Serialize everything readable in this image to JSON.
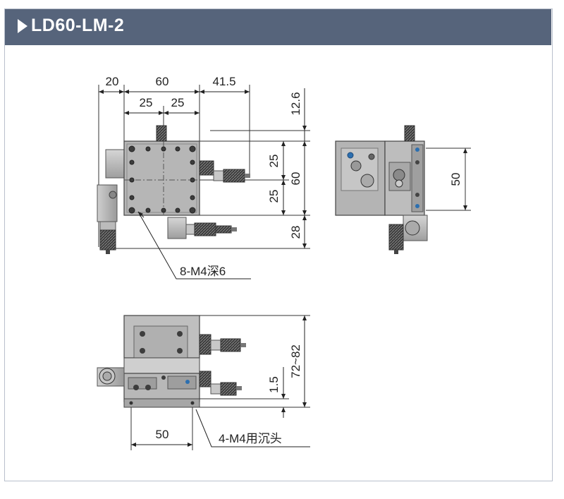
{
  "header": {
    "title": "LD60-LM-2"
  },
  "top_view": {
    "dims_top": {
      "d1": "20",
      "d2": "60",
      "d3": "41.5",
      "d4": "25",
      "d5": "25"
    },
    "dims_right": {
      "d1": "12.6",
      "d2": "25",
      "d3": "25",
      "d4": "60",
      "d5": "28"
    },
    "callout": "8-M4深6"
  },
  "side_view": {
    "dim_right": "50"
  },
  "front_view": {
    "dim_height": "72~82",
    "dim_step": "1.5",
    "dim_bottom": "50",
    "callout": "4-M4用沉头"
  }
}
